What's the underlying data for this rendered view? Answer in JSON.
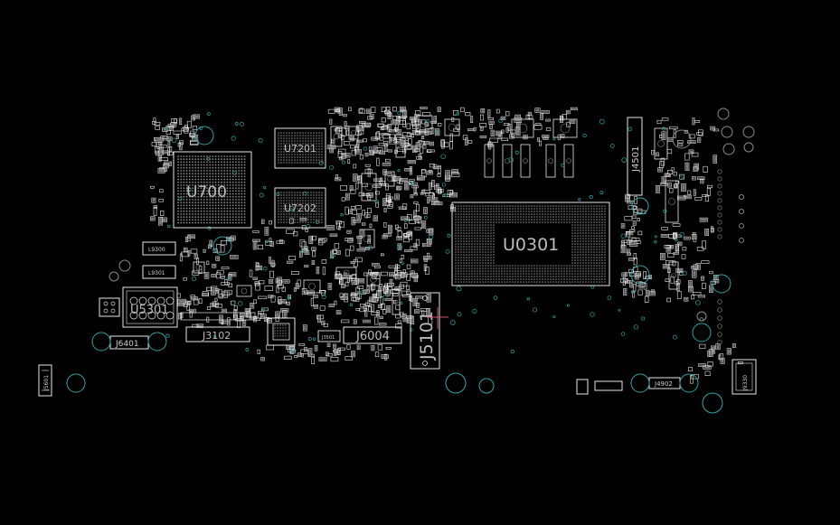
{
  "viewer": {
    "background": "#000000",
    "colors": {
      "outline": "#e6e6e6",
      "pad_gray": "#8a8a8a",
      "via_teal": "#2aa6a6",
      "text": "#bcbcbc",
      "cursor": "#d0507a"
    }
  },
  "labels": {
    "u700": "U700",
    "u7201": "U7201",
    "u7202": "U7202",
    "u0301": "U0301",
    "u5301": "U5301",
    "j4501": "J4501",
    "j5101": "J5101",
    "j6004": "J6004",
    "j3102": "J3102",
    "j6401": "J6401",
    "j4902": "J4902",
    "j5601": "J5601",
    "j9330": "J9330",
    "j3501": "J3501",
    "l9300": "L9300",
    "l9301": "L9301"
  }
}
